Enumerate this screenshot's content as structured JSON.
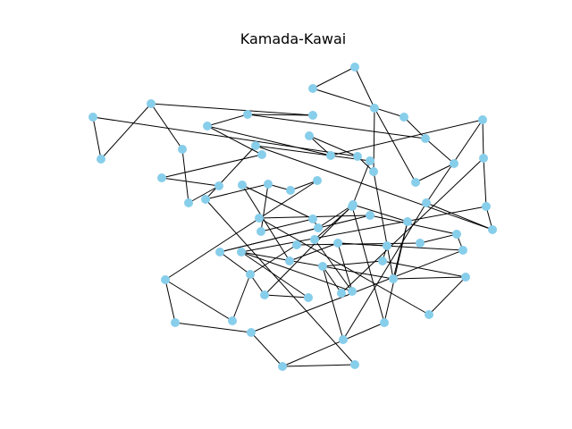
{
  "title": "Kamada-Kawai",
  "style": {
    "node_color": "#87ceeb",
    "edge_color": "#000000",
    "background": "#ffffff"
  },
  "graph": {
    "nodes": [
      {
        "id": 0
      },
      {
        "id": 1
      },
      {
        "id": 2
      },
      {
        "id": 3
      },
      {
        "id": 4
      },
      {
        "id": 5
      },
      {
        "id": 6
      },
      {
        "id": 7
      },
      {
        "id": 8
      },
      {
        "id": 9
      },
      {
        "id": 10
      },
      {
        "id": 11
      },
      {
        "id": 12
      },
      {
        "id": 13
      },
      {
        "id": 14
      },
      {
        "id": 15
      },
      {
        "id": 16
      },
      {
        "id": 17
      },
      {
        "id": 18
      },
      {
        "id": 19
      },
      {
        "id": 20
      },
      {
        "id": 21
      },
      {
        "id": 22
      },
      {
        "id": 23
      },
      {
        "id": 24
      },
      {
        "id": 25
      },
      {
        "id": 26
      },
      {
        "id": 27
      },
      {
        "id": 28
      },
      {
        "id": 29
      },
      {
        "id": 30
      },
      {
        "id": 31
      },
      {
        "id": 32
      },
      {
        "id": 33
      },
      {
        "id": 34
      },
      {
        "id": 35
      },
      {
        "id": 36
      },
      {
        "id": 37
      },
      {
        "id": 38
      },
      {
        "id": 39
      },
      {
        "id": 40
      },
      {
        "id": 41
      },
      {
        "id": 42
      },
      {
        "id": 43
      },
      {
        "id": 44
      },
      {
        "id": 45
      },
      {
        "id": 46
      },
      {
        "id": 47
      },
      {
        "id": 48
      },
      {
        "id": 49
      },
      {
        "id": 50
      },
      {
        "id": 51
      },
      {
        "id": 52
      },
      {
        "id": 53
      },
      {
        "id": 54
      },
      {
        "id": 55
      },
      {
        "id": 56
      },
      {
        "id": 57
      },
      {
        "id": 58
      },
      {
        "id": 59
      },
      {
        "id": 60
      },
      {
        "id": 61
      },
      {
        "id": 62
      },
      {
        "id": 63
      },
      {
        "id": 64
      },
      {
        "id": 65
      },
      {
        "id": 66
      },
      {
        "id": 67
      },
      {
        "id": 68
      },
      {
        "id": 69
      }
    ],
    "edges": [
      [
        0,
        1
      ],
      [
        0,
        2
      ],
      [
        1,
        3
      ],
      [
        3,
        4
      ],
      [
        4,
        5
      ],
      [
        5,
        6
      ],
      [
        2,
        6
      ],
      [
        2,
        7
      ],
      [
        7,
        8
      ],
      [
        8,
        13
      ],
      [
        13,
        14
      ],
      [
        14,
        12
      ],
      [
        12,
        9
      ],
      [
        9,
        10
      ],
      [
        10,
        11
      ],
      [
        11,
        16
      ],
      [
        16,
        15
      ],
      [
        15,
        17
      ],
      [
        17,
        18
      ],
      [
        18,
        19
      ],
      [
        19,
        12
      ],
      [
        20,
        21
      ],
      [
        21,
        22
      ],
      [
        22,
        23
      ],
      [
        22,
        24
      ],
      [
        23,
        25
      ],
      [
        24,
        28
      ],
      [
        25,
        28
      ],
      [
        26,
        27
      ],
      [
        26,
        29
      ],
      [
        29,
        30
      ],
      [
        29,
        31
      ],
      [
        30,
        52
      ],
      [
        32,
        33
      ],
      [
        32,
        34
      ],
      [
        33,
        35
      ],
      [
        35,
        36
      ],
      [
        35,
        37
      ],
      [
        34,
        38
      ],
      [
        34,
        39
      ],
      [
        39,
        40
      ],
      [
        40,
        41
      ],
      [
        40,
        42
      ],
      [
        42,
        43
      ],
      [
        43,
        44
      ],
      [
        41,
        45
      ],
      [
        45,
        46
      ],
      [
        46,
        47
      ],
      [
        46,
        48
      ],
      [
        46,
        49
      ],
      [
        49,
        50
      ],
      [
        50,
        51
      ],
      [
        51,
        52
      ],
      [
        52,
        53
      ],
      [
        53,
        54
      ],
      [
        53,
        55
      ],
      [
        55,
        56
      ],
      [
        56,
        57
      ],
      [
        57,
        58
      ],
      [
        58,
        59
      ],
      [
        59,
        60
      ],
      [
        59,
        61
      ],
      [
        61,
        62
      ],
      [
        62,
        63
      ],
      [
        63,
        64
      ],
      [
        62,
        65
      ],
      [
        65,
        66
      ],
      [
        66,
        67
      ],
      [
        67,
        68
      ],
      [
        68,
        69
      ],
      [
        69,
        39
      ],
      [
        4,
        10
      ],
      [
        20,
        8
      ],
      [
        21,
        11
      ],
      [
        23,
        37
      ],
      [
        24,
        36
      ],
      [
        27,
        44
      ],
      [
        31,
        48
      ],
      [
        33,
        43
      ],
      [
        38,
        60
      ],
      [
        42,
        56
      ],
      [
        45,
        57
      ],
      [
        47,
        58
      ],
      [
        50,
        64
      ],
      [
        54,
        65
      ],
      [
        55,
        68
      ],
      [
        25,
        40
      ],
      [
        26,
        47
      ],
      [
        7,
        42
      ],
      [
        28,
        66
      ],
      [
        30,
        34
      ]
    ]
  }
}
